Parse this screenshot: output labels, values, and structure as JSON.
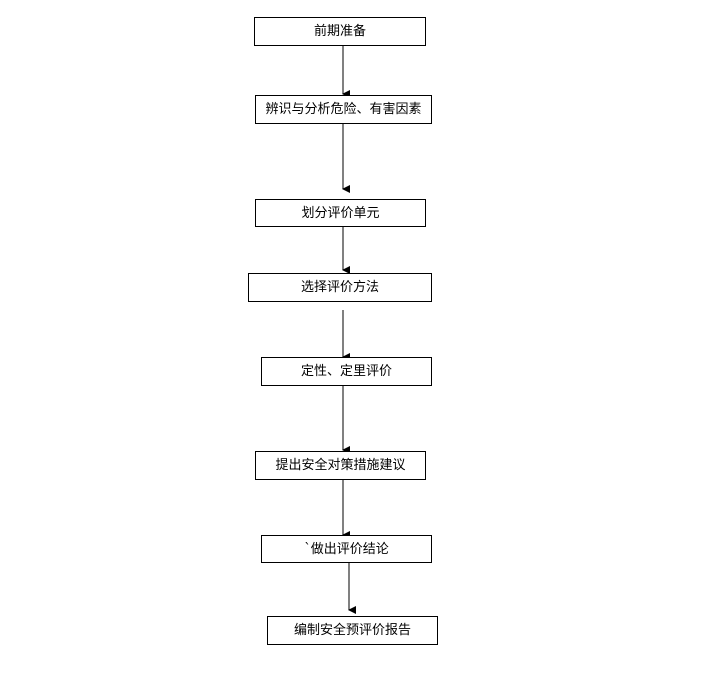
{
  "flowchart": {
    "steps": [
      "前期准备",
      "辨识与分析危险、有害因素",
      "划分评价单元",
      "选择评价方法",
      "定性、定里评价",
      "提出安全对策措施建议",
      "`做出评价结论",
      "编制安全预评价报告"
    ]
  },
  "colors": {
    "line": "#000000",
    "box_border": "#000000",
    "background": "#ffffff"
  }
}
